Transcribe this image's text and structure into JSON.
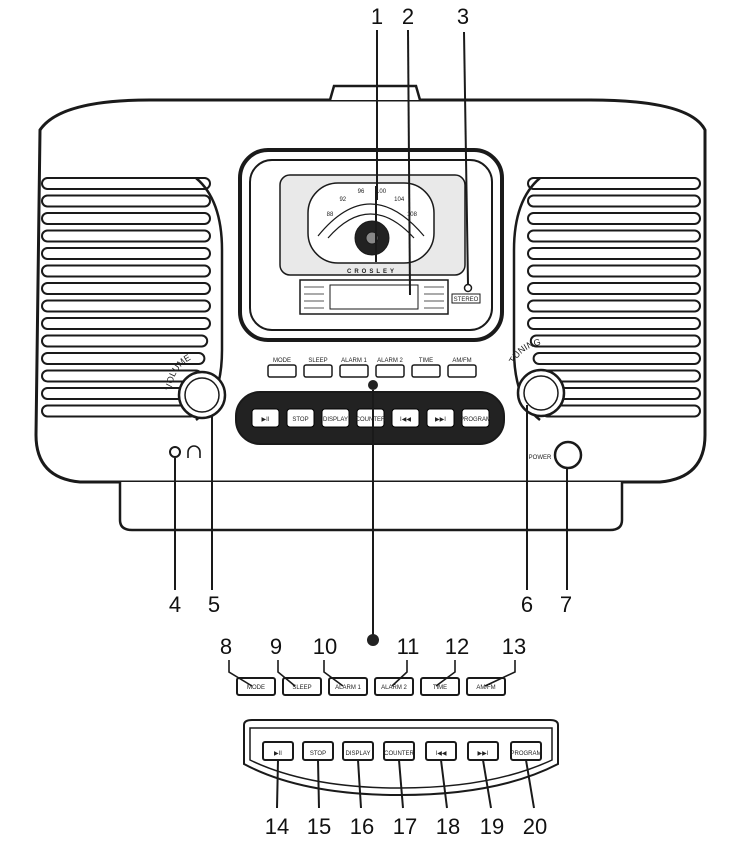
{
  "callouts": [
    "1",
    "2",
    "3",
    "4",
    "5",
    "6",
    "7",
    "8",
    "9",
    "10",
    "11",
    "12",
    "13",
    "14",
    "15",
    "16",
    "17",
    "18",
    "19",
    "20"
  ],
  "top_buttons": [
    "MODE",
    "SLEEP",
    "ALARM 1",
    "ALARM 2",
    "TIME",
    "AM/FM"
  ],
  "bottom_buttons": [
    "▶II",
    "STOP",
    "DISPLAY",
    "COUNTER",
    "I◀◀",
    "▶▶I",
    "PROGRAM"
  ],
  "knobs": {
    "volume": "VOLUME",
    "tuning": "TUNING",
    "power": "POWER"
  },
  "dial": {
    "brand": "CROSLEY",
    "stereo": "STEREO"
  },
  "colors": {
    "line": "#1a1a1a",
    "fill": "#ffffff",
    "panel": "#e9e9e9",
    "dark": "#222222"
  }
}
